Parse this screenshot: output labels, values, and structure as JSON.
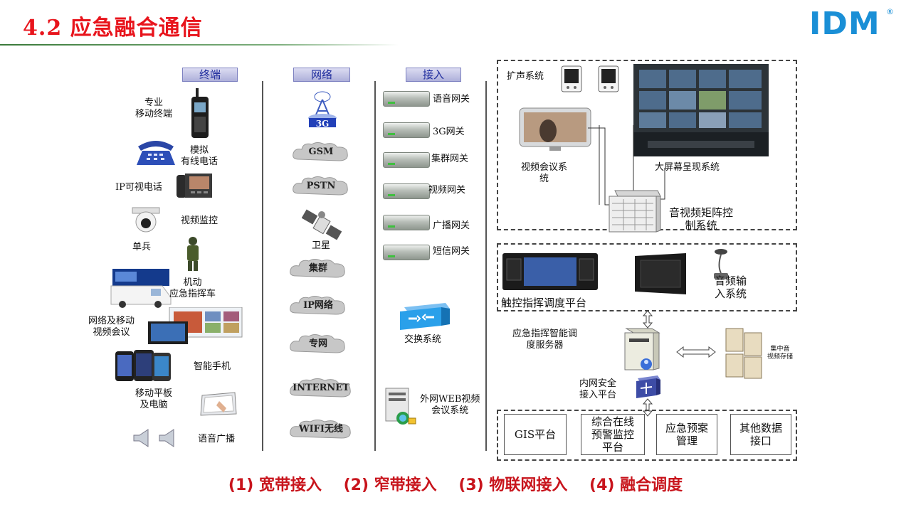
{
  "header": {
    "title": "4.2 应急融合通信",
    "logo": "IDM",
    "logo_mark": "®"
  },
  "columns": {
    "terminal": "终端",
    "network": "网络",
    "access": "接入"
  },
  "terminals": {
    "pro_mobile": "专业\n移动终端",
    "analog_phone": "模拟\n有线电话",
    "ip_video_phone": "IP可视电话",
    "video_surveillance": "视频监控",
    "soldier": "单兵",
    "mobile_command_vehicle": "机动\n应急指挥车",
    "network_video_conf": "网络及移动\n视频会议",
    "smartphone": "智能手机",
    "tablet_pc": "移动平板\n及电脑",
    "voice_broadcast": "语音广播"
  },
  "networks": {
    "g3_badge": "3G",
    "gsm": "GSM",
    "pstn": "PSTN",
    "satellite": "卫星",
    "trunking": "集群",
    "ip_network": "IP网络",
    "private_network": "专网",
    "internet": "INTERNET",
    "wifi": "WIFI无线"
  },
  "access": {
    "voice_gateway": "语音网关",
    "g3_gateway": "3G网关",
    "trunk_gateway": "集群网关",
    "video_gateway": "视频网关",
    "broadcast_gateway": "广播网关",
    "sms_gateway": "短信网关",
    "switching_system": "交换系统",
    "external_web_video": "外网WEB视频\n会议系统"
  },
  "systems": {
    "pa_system": "扩声系统",
    "video_conf_system": "视频会议系\n统",
    "big_screen_system": "大屏幕呈现系统",
    "av_matrix_system": "音视频矩阵控\n制系统",
    "touch_command_platform": "触控指挥调度平台",
    "audio_input_system": "音频输\n入系统",
    "intelligent_dispatch_server": "应急指挥智能调\n度服务器",
    "central_storage": "集中音\n视频存储",
    "intranet_security": "内网安全\n接入平台",
    "gis_platform": "GIS平台",
    "online_warning_platform": "综合在线\n预警监控\n平台",
    "emergency_plan": "应急预案\n管理",
    "other_data_interface": "其他数据\n接口"
  },
  "footer": {
    "summary": "(1) 宽带接入    (2) 窄带接入    (3) 物联网接入    (4) 融合调度"
  }
}
